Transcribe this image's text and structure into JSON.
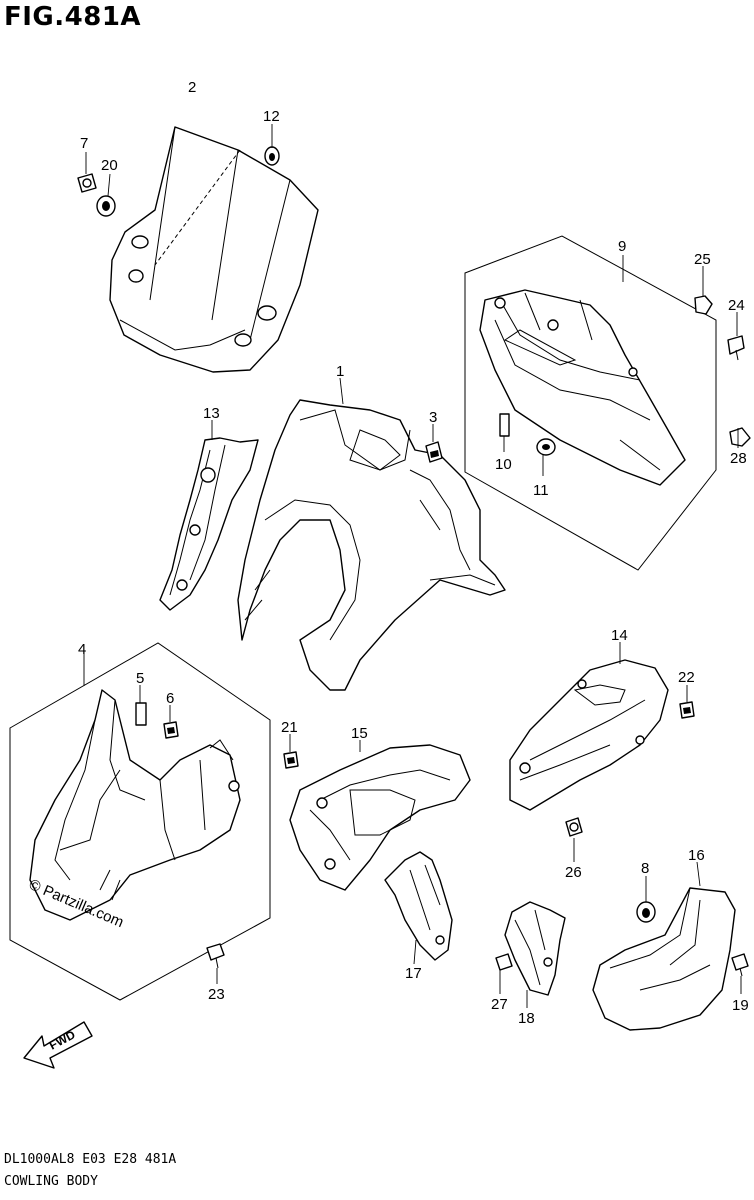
{
  "figure_title": "FIG.481A",
  "footer_code": "DL1000AL8  E03  E28  481A",
  "footer_name": "COWLING BODY",
  "watermark": "© Partzilla.com",
  "direction_arrow": "FWD",
  "callouts": {
    "p1": "1",
    "p2": "2",
    "p3": "3",
    "p4": "4",
    "p5": "5",
    "p6": "6",
    "p7": "7",
    "p8": "8",
    "p9": "9",
    "p10": "10",
    "p11": "11",
    "p12": "12",
    "p13": "13",
    "p14": "14",
    "p15": "15",
    "p16": "16",
    "p17": "17",
    "p18": "18",
    "p19": "19",
    "p20": "20",
    "p21": "21",
    "p22": "22",
    "p23": "23",
    "p24": "24",
    "p25": "25",
    "p26": "26",
    "p27": "27",
    "p28": "28"
  }
}
